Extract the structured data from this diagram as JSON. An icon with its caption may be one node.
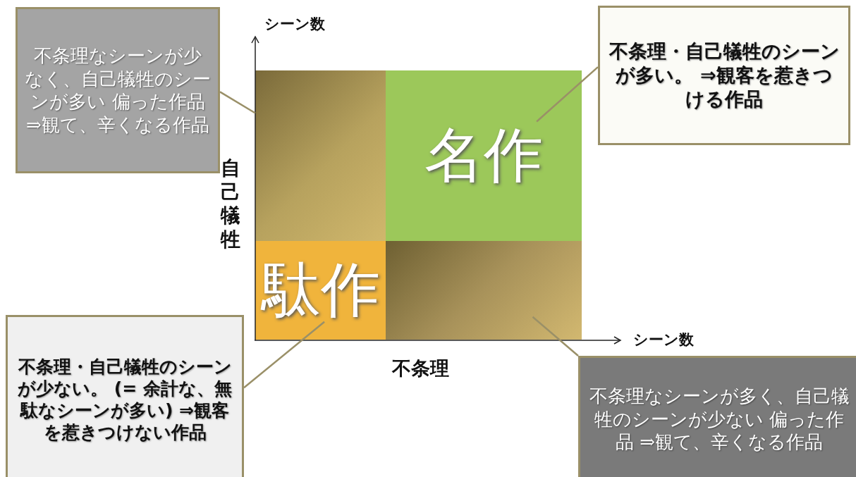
{
  "diagram": {
    "nodes": [
      {
        "text": [
          "不条理なシーンが少なく、自己犠牲のシーンが多い 偏った作品 ⇒観て、辛くなる作品"
        ]
      },
      {
        "text": [
          "不条理・自己犠牲のシーンが多い。 ⇒観客を惹きつける作品"
        ]
      },
      {
        "text": [],
        "shape": "box"
      },
      {
        "text": [
          "名作"
        ]
      },
      {
        "text": [
          "駄作"
        ]
      },
      {
        "text": [],
        "shape": "box"
      },
      {
        "text": [
          "不条理・自己犠牲のシーンが少ない。 (= 余計な、無駄なシーンが多い) ⇒観客を惹きつけない作品"
        ]
      },
      {
        "text": [
          "不条理なシーンが多く、自己犠牲のシーンが少ない 偏った作品 ⇒観て、辛くなる作品"
        ]
      }
    ],
    "edges": [
      {
        "from": 0,
        "to": 2,
        "arrow": "none"
      },
      {
        "from": 1,
        "to": 3,
        "arrow": "none"
      },
      {
        "from": 6,
        "to": 4,
        "arrow": "none"
      },
      {
        "from": 7,
        "to": 5,
        "arrow": "none"
      }
    ],
    "labels": [
      "シーン数",
      "自己犠牲",
      "シーン数",
      "不条理"
    ]
  }
}
